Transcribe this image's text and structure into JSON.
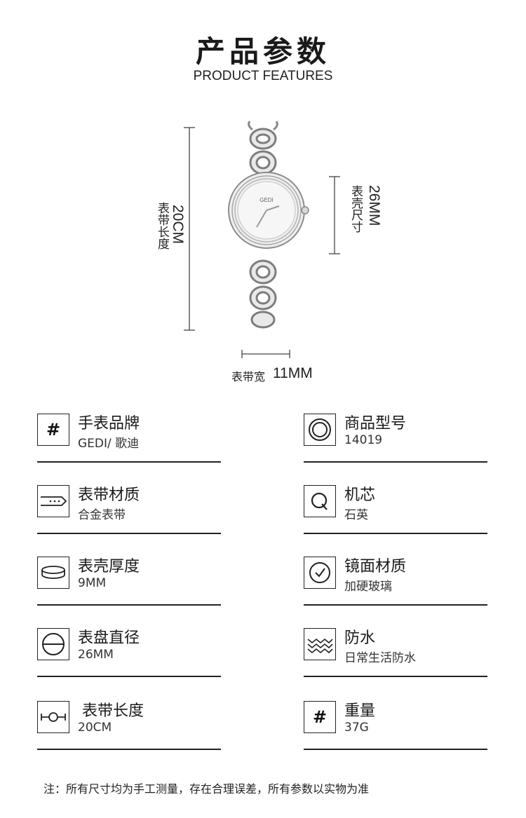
{
  "header": {
    "title_cn": "产品参数",
    "title_en": "PRODUCT FEATURES"
  },
  "watch": {
    "brand_mark": "GEDI"
  },
  "dimensions": {
    "band_length": {
      "label": "表带长度",
      "value": "20CM"
    },
    "case_size": {
      "label": "表壳尺寸",
      "value": "26MM"
    },
    "band_width": {
      "label": "表带宽",
      "value": "11MM"
    }
  },
  "specs": [
    {
      "label": "手表品牌",
      "value": "GEDI/ 歌迪",
      "icon": "hash-icon"
    },
    {
      "label": "商品型号",
      "value": "14019",
      "icon": "concentric-circles-icon"
    },
    {
      "label": "表带材质",
      "value": "合金表带",
      "icon": "strap-icon"
    },
    {
      "label": "机芯",
      "value": "石英",
      "icon": "quartz-q-icon"
    },
    {
      "label": "表壳厚度",
      "value": "9MM",
      "icon": "case-thickness-icon"
    },
    {
      "label": "镜面材质",
      "value": "加硬玻璃",
      "icon": "clock-face-icon"
    },
    {
      "label": "表盘直径",
      "value": "26MM",
      "icon": "dial-diameter-icon"
    },
    {
      "label": "防水",
      "value": "日常生活防水",
      "icon": "water-waves-icon"
    },
    {
      "label": "表带长度",
      "value": "20CM",
      "icon": "band-length-icon"
    },
    {
      "label": "重量",
      "value": "37G",
      "icon": "hash-icon"
    }
  ],
  "footnote": "注：所有尺寸均为手工测量，存在合理误差，所有参数以实物为准"
}
